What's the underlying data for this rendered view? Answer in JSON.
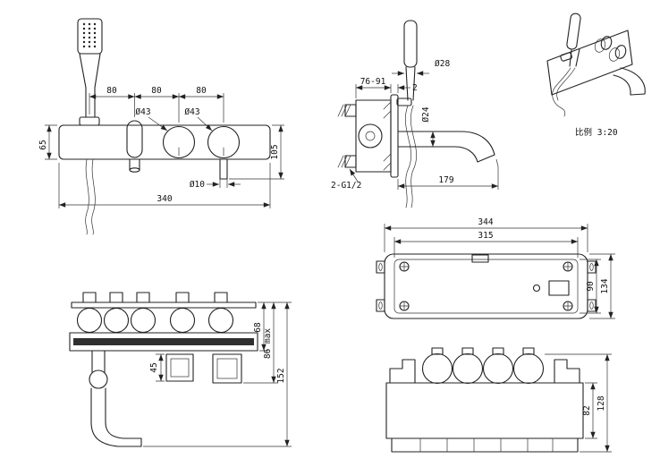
{
  "drawing": {
    "views": {
      "front": {
        "spacing_dims": [
          "80",
          "80",
          "80"
        ],
        "knob_dia_dims": [
          "Ø43",
          "Ø43"
        ],
        "bar_height_dim": "65",
        "right_height_dim": "105",
        "outlet_dia_dim": "Ø10",
        "total_width_dim": "340"
      },
      "side": {
        "depth_range_dim": "76-91",
        "plate_thickness_dim": "2",
        "handshower_dia_dim": "Ø28",
        "spout_dia_dim": "Ø24",
        "spout_length_dim": "179",
        "inlet_thread_label": "2-G1/2"
      },
      "perspective": {
        "scale_label": "比例 3:20"
      },
      "rough_in_side": {
        "valve_depth_dim": "68",
        "max_depth_dim": "86 max",
        "total_depth_dim": "152",
        "box_height_dim": "45"
      },
      "rough_in_plan": {
        "outer_width_dim": "344",
        "inner_width_dim": "315",
        "inner_height_dim": "90",
        "outer_height_dim": "134"
      },
      "rough_in_front": {
        "body_height_dim": "82",
        "total_height_dim": "128"
      }
    }
  }
}
